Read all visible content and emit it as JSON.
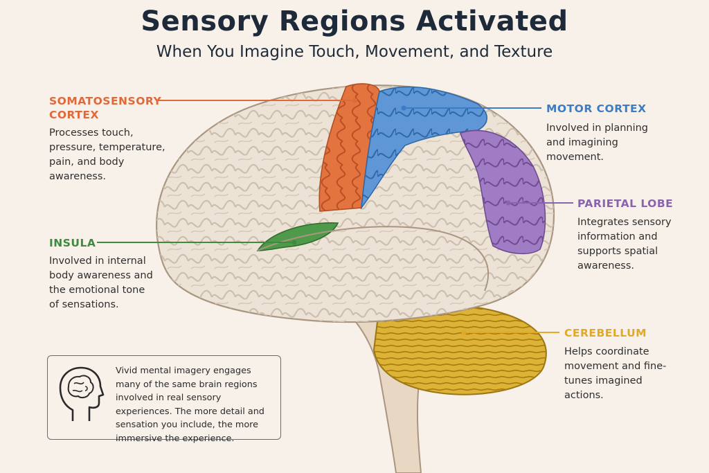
{
  "header": {
    "title": "Sensory Regions Activated",
    "subtitle": "When You Imagine Touch, Movement, and Texture"
  },
  "regions": {
    "somatosensory": {
      "name": "SOMATOSENSORY CORTEX",
      "name_line1": "SOMATOSENSORY",
      "name_line2": "CORTEX",
      "description": "Processes touch, pressure, temperature, pain, and body awareness.",
      "color": "#e0693a"
    },
    "insula": {
      "name": "INSULA",
      "description": "Involved in internal body awareness and the emotional tone of sensations.",
      "color": "#3f8a3f"
    },
    "motor": {
      "name": "MOTOR CORTEX",
      "description": "Involved in planning and imagining movement.",
      "color": "#3b7cc4"
    },
    "parietal": {
      "name": "PARIETAL LOBE",
      "description": "Integrates sensory information and supports spatial awareness.",
      "color": "#8a63ad"
    },
    "cerebellum": {
      "name": "CEREBELLUM",
      "description": "Helps coordinate movement and fine-tunes imagined actions.",
      "color": "#e3a826"
    }
  },
  "note": {
    "icon": "head-brain-icon",
    "text": "Vivid mental imagery engages many of the same brain regions involved in real sensory experiences. The more detail and sensation you include, the more immersive the experience."
  }
}
